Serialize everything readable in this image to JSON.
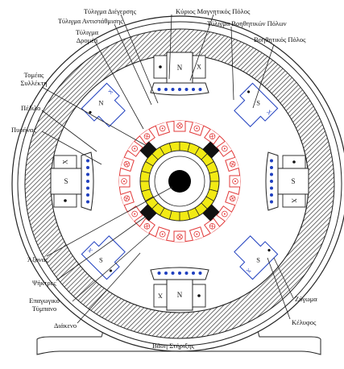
{
  "labels": {
    "excitation_winding": "Τύλιγμα Διέγερσης",
    "compensation_winding": "Τύλιγμα Αντιστάθμισης",
    "armature_winding_1": "Τύλιγμα",
    "armature_winding_2": "Δρομέα",
    "main_pole": "Κύριος Μαγνητικός Πόλος",
    "interpole_winding": "Τύλιγμα Βοηθητικών Πόλων",
    "interpole": "Βοηθητικός Πόλος",
    "commutator_1": "Τομέας",
    "commutator_2": "Συλλέκτη",
    "pole_shoe": "Πέδιλο",
    "core": "Πυρήνας",
    "shaft": "Άξονας",
    "brushes": "Ψήκτρες",
    "armature_drum_1": "Επαγωγικό",
    "armature_drum_2": "Τύμπανο",
    "air_gap": "Διάκενο",
    "yoke": "Ζύγωμα",
    "housing": "Κέλυφος",
    "base": "Βάση Στήριξης"
  },
  "pole_marks": {
    "main_top": "N",
    "main_bottom": "N",
    "main_left": "S",
    "main_right": "S",
    "inter_top_left": "N",
    "inter_top_right": "S",
    "inter_bottom_left": "S",
    "inter_bottom_right": "S",
    "cross": "X"
  },
  "colors": {
    "hatch": "#333333",
    "interpole_blue": "#1f3fbf",
    "armature_red": "#e23a3a",
    "commutator_yellow": "#f2ea14",
    "brush_black": "#111111",
    "shaft_black": "#000000"
  }
}
